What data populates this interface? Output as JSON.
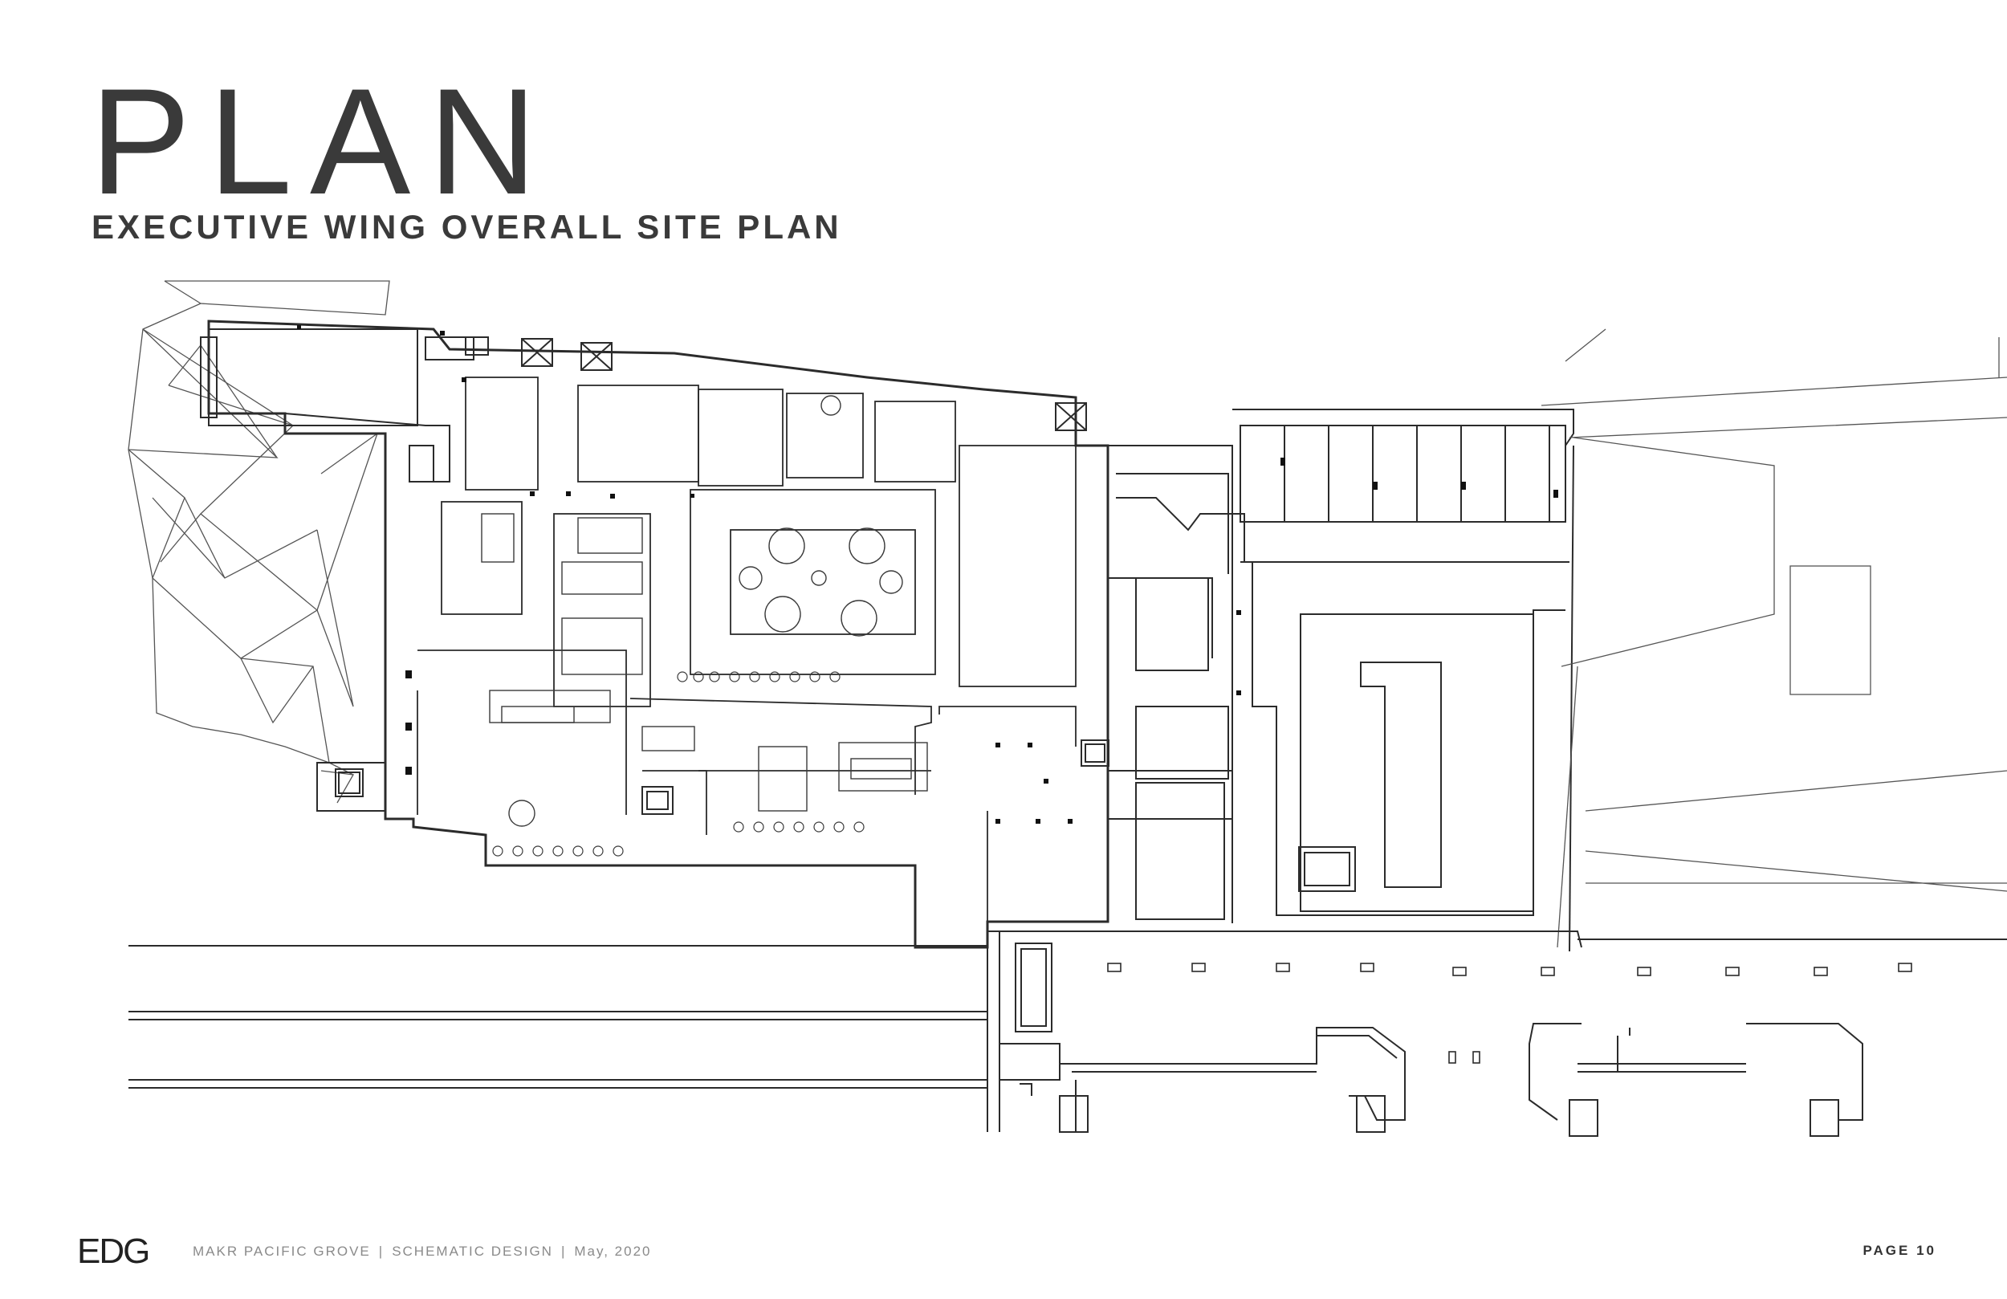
{
  "header": {
    "title": "PLAN",
    "subtitle": "EXECUTIVE WING OVERALL SITE PLAN"
  },
  "footer": {
    "logo": "EDG",
    "project": "MAKR PACIFIC GROVE",
    "phase": "SCHEMATIC DESIGN",
    "date": "May, 2020",
    "separator": "|",
    "page_label": "PAGE 10"
  },
  "colors": {
    "line": "#2b2b2b",
    "light_line": "#6a6a6a",
    "text": "#3a3a3a",
    "meta_text": "#8a8a8a"
  }
}
